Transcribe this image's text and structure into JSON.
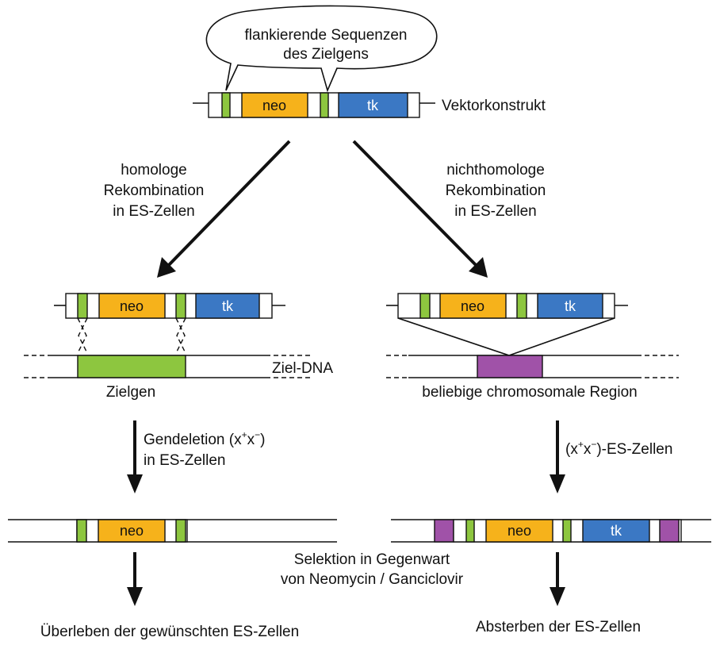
{
  "bubble": {
    "line1": "flankierende Sequenzen",
    "line2": "des Zielgens"
  },
  "vector_label": "Vektorkonstrukt",
  "genes": {
    "neo": "neo",
    "tk": "tk"
  },
  "left_branch": {
    "line1": "homologe",
    "line2": "Rekombination",
    "line3": "in ES-Zellen",
    "target_dna": "Ziel-DNA",
    "target_gene": "Zielgen",
    "step_line1": "Gendeletion (x",
    "step_sup1": "+",
    "step_mid": "x",
    "step_sup2": "−",
    "step_end": ")",
    "step_line2": "in ES-Zellen",
    "result": "Überleben der gewünschten ES-Zellen"
  },
  "right_branch": {
    "line1": "nichthomologe",
    "line2": "Rekombination",
    "line3": "in ES-Zellen",
    "region": "beliebige chromosomale Region",
    "step_open": "(x",
    "step_sup1": "+",
    "step_mid": "x",
    "step_sup2": "−",
    "step_end": ")-ES-Zellen",
    "result": "Absterben der ES-Zellen"
  },
  "selection": {
    "line1": "Selektion in Gegenwart",
    "line2": "von Neomycin / Ganciclovir"
  },
  "colors": {
    "neo": "#f6b21b",
    "tk": "#3b78c4",
    "flank": "#8dc63f",
    "region": "#a052a8",
    "target": "#8dc63f"
  }
}
